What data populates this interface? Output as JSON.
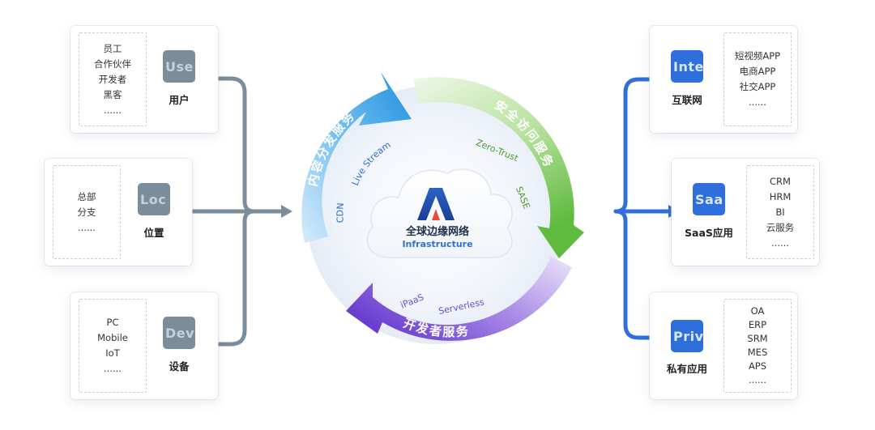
{
  "left": {
    "user": {
      "icon_text": "Use",
      "label": "用户",
      "items": [
        "员工",
        "合作伙伴",
        "开发者",
        "黑客",
        "......"
      ]
    },
    "location": {
      "icon_text": "Loc",
      "label": "位置",
      "items": [
        "总部",
        "分支",
        "......"
      ]
    },
    "device": {
      "icon_text": "Dev",
      "label": "设备",
      "items": [
        "PC",
        "Mobile",
        "IoT",
        "......"
      ]
    }
  },
  "right": {
    "internet": {
      "icon_text": "Inte",
      "label": "互联网",
      "items": [
        "短视频APP",
        "电商APP",
        "社交APP",
        "......"
      ]
    },
    "saas": {
      "icon_text": "Saa",
      "label": "SaaS应用",
      "items": [
        "CRM",
        "HRM",
        "BI",
        "云服务",
        "......"
      ]
    },
    "private": {
      "icon_text": "Priv",
      "label": "私有应用",
      "items": [
        "OA",
        "ERP",
        "SRM",
        "MES",
        "APS",
        "......"
      ]
    }
  },
  "center": {
    "title": "全球边缘网络",
    "subtitle": "Infrastructure",
    "arc_cdn": {
      "label": "内容分发服务",
      "tags": [
        "CDN",
        "Live Stream"
      ]
    },
    "arc_sase": {
      "label": "安全访问服务",
      "tags": [
        "Zero-Trust",
        "SASE"
      ]
    },
    "arc_dev": {
      "label": "开发者服务",
      "tags": [
        "iPaaS",
        "Serverless"
      ]
    }
  },
  "colors": {
    "connector_grey": "#7b8c9a",
    "connector_blue": "#2f6fdc",
    "cdn_blue": "#1e8fe0",
    "sase_green": "#6cc24a",
    "dev_purple": "#7a4fd6"
  }
}
